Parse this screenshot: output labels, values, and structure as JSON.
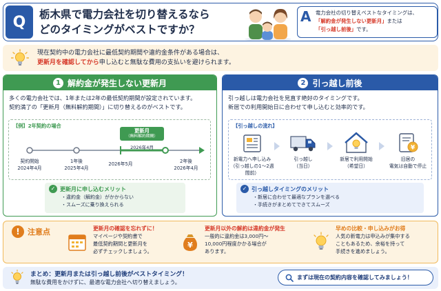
{
  "header": {
    "q_badge": "Q",
    "title_line1": "栃木県で電力会社を切り替えるなら",
    "title_line2": "どのタイミングがベストですか？",
    "a_badge": "A",
    "answer_line1": "電力会社の切り替えベストなタイミングは、",
    "answer_highlight1": "「解約金が発生しない更新月」",
    "answer_mid": "または",
    "answer_highlight2": "「引っ越し前後」",
    "answer_end": "です。"
  },
  "intro": {
    "line1": "現在契約中の電力会社に最低契約期間や違約金条件がある場合は、",
    "line2_red": "更新月を確認してから",
    "line2_rest": "申し込むと無駄な費用の支払いを避けられます。"
  },
  "left_card": {
    "number": "1",
    "title": "解約金が発生しない更新月",
    "desc_line1": "多くの電力会社では、1年または2年の最低契約期間が設定されています。",
    "desc_line2": "契約満了の「更新月（無料解約期間）」に切り替えるのがベストです。",
    "example_label": "【例】2年契約の場合",
    "callout_title": "更新月",
    "callout_sub": "（無料解約期間）",
    "callout_date": "2026年4月",
    "points": [
      {
        "label": "契約開始",
        "date": "2024年4月"
      },
      {
        "label": "1年後",
        "date": "2025年4月"
      },
      {
        "label": "",
        "date": "2026年5月"
      },
      {
        "label": "2年後",
        "date": "2026年4月"
      }
    ],
    "merit_title": "更新月に申し込むメリット",
    "merits": [
      "違約金（解約金）がかからない",
      "スムーズに乗り換えられる"
    ]
  },
  "right_card": {
    "number": "2",
    "title": "引っ越し前後",
    "desc_line1": "引っ越しは電力会社を見直す絶好のタイミングです。",
    "desc_line2": "新居での利用開始日に合わせて申し込むと効率的です。",
    "flow_label": "【引っ越しの流れ】",
    "steps": [
      {
        "line1": "新電力へ申し込み",
        "line2": "（引っ越しの1〜2週間前）"
      },
      {
        "line1": "引っ越し",
        "line2": "（当日）"
      },
      {
        "line1": "新居で利用開始",
        "line2": "（希望日）"
      },
      {
        "line1": "旧居の",
        "line2": "電気は自動で停止"
      }
    ],
    "merit_title": "引っ越しタイミングのメリット",
    "merits": [
      "新居に合わせて最適なプランを選べる",
      "手続きがまとめてできてスムーズ"
    ]
  },
  "caution": {
    "title": "注意点",
    "items": [
      {
        "head": "更新月の確認を忘れずに！",
        "lines": [
          "マイページや契約書で",
          "最低契約期間と更新月を",
          "必ずチェックしましょう。"
        ]
      },
      {
        "head": "更新月以外の解約は違約金が発生",
        "lines": [
          "一般的に違約金は3,000円〜",
          "10,000円程度かかる場合が",
          "あります。"
        ]
      },
      {
        "head": "早めの比較・申し込みがお得",
        "lines": [
          "人気の新電力は申込みが集中する",
          "こともあるため、余裕を持って",
          "手続きを進めましょう。"
        ]
      }
    ]
  },
  "footer": {
    "title": "まとめ：更新月または引っ越し前後がベストタイミング！",
    "body": "無駄な費用をかけずに、最適な電力会社へ切り替えましょう。",
    "button_label": "まずは現在の契約内容を確認してみましょう！"
  },
  "colors": {
    "primary_blue": "#2a5aa8",
    "green": "#3f9a52",
    "red": "#d63a2a",
    "orange": "#e07d1d",
    "cream": "#fdf3e1"
  }
}
